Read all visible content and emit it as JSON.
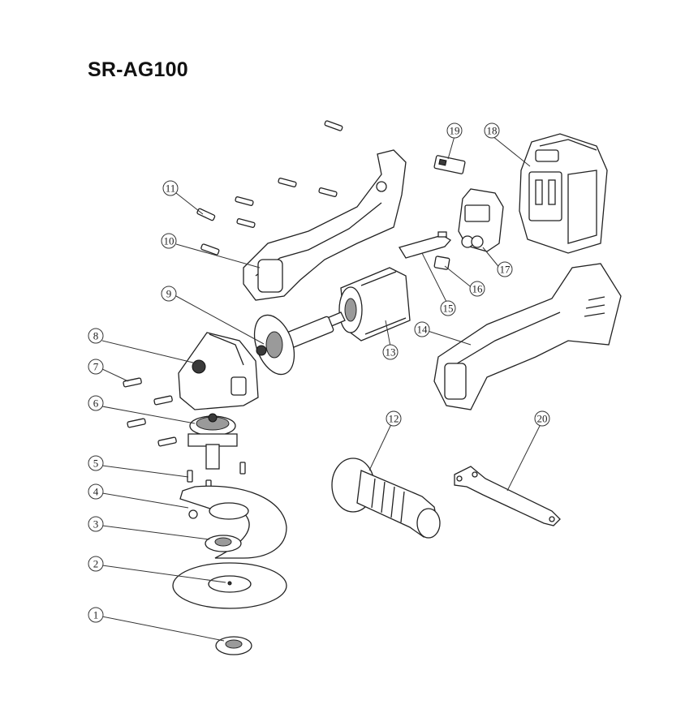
{
  "title": "SR-AG100",
  "callouts": [
    "1",
    "2",
    "3",
    "4",
    "5",
    "6",
    "7",
    "8",
    "9",
    "10",
    "11",
    "12",
    "13",
    "14",
    "15",
    "16",
    "17",
    "18",
    "19",
    "20"
  ]
}
